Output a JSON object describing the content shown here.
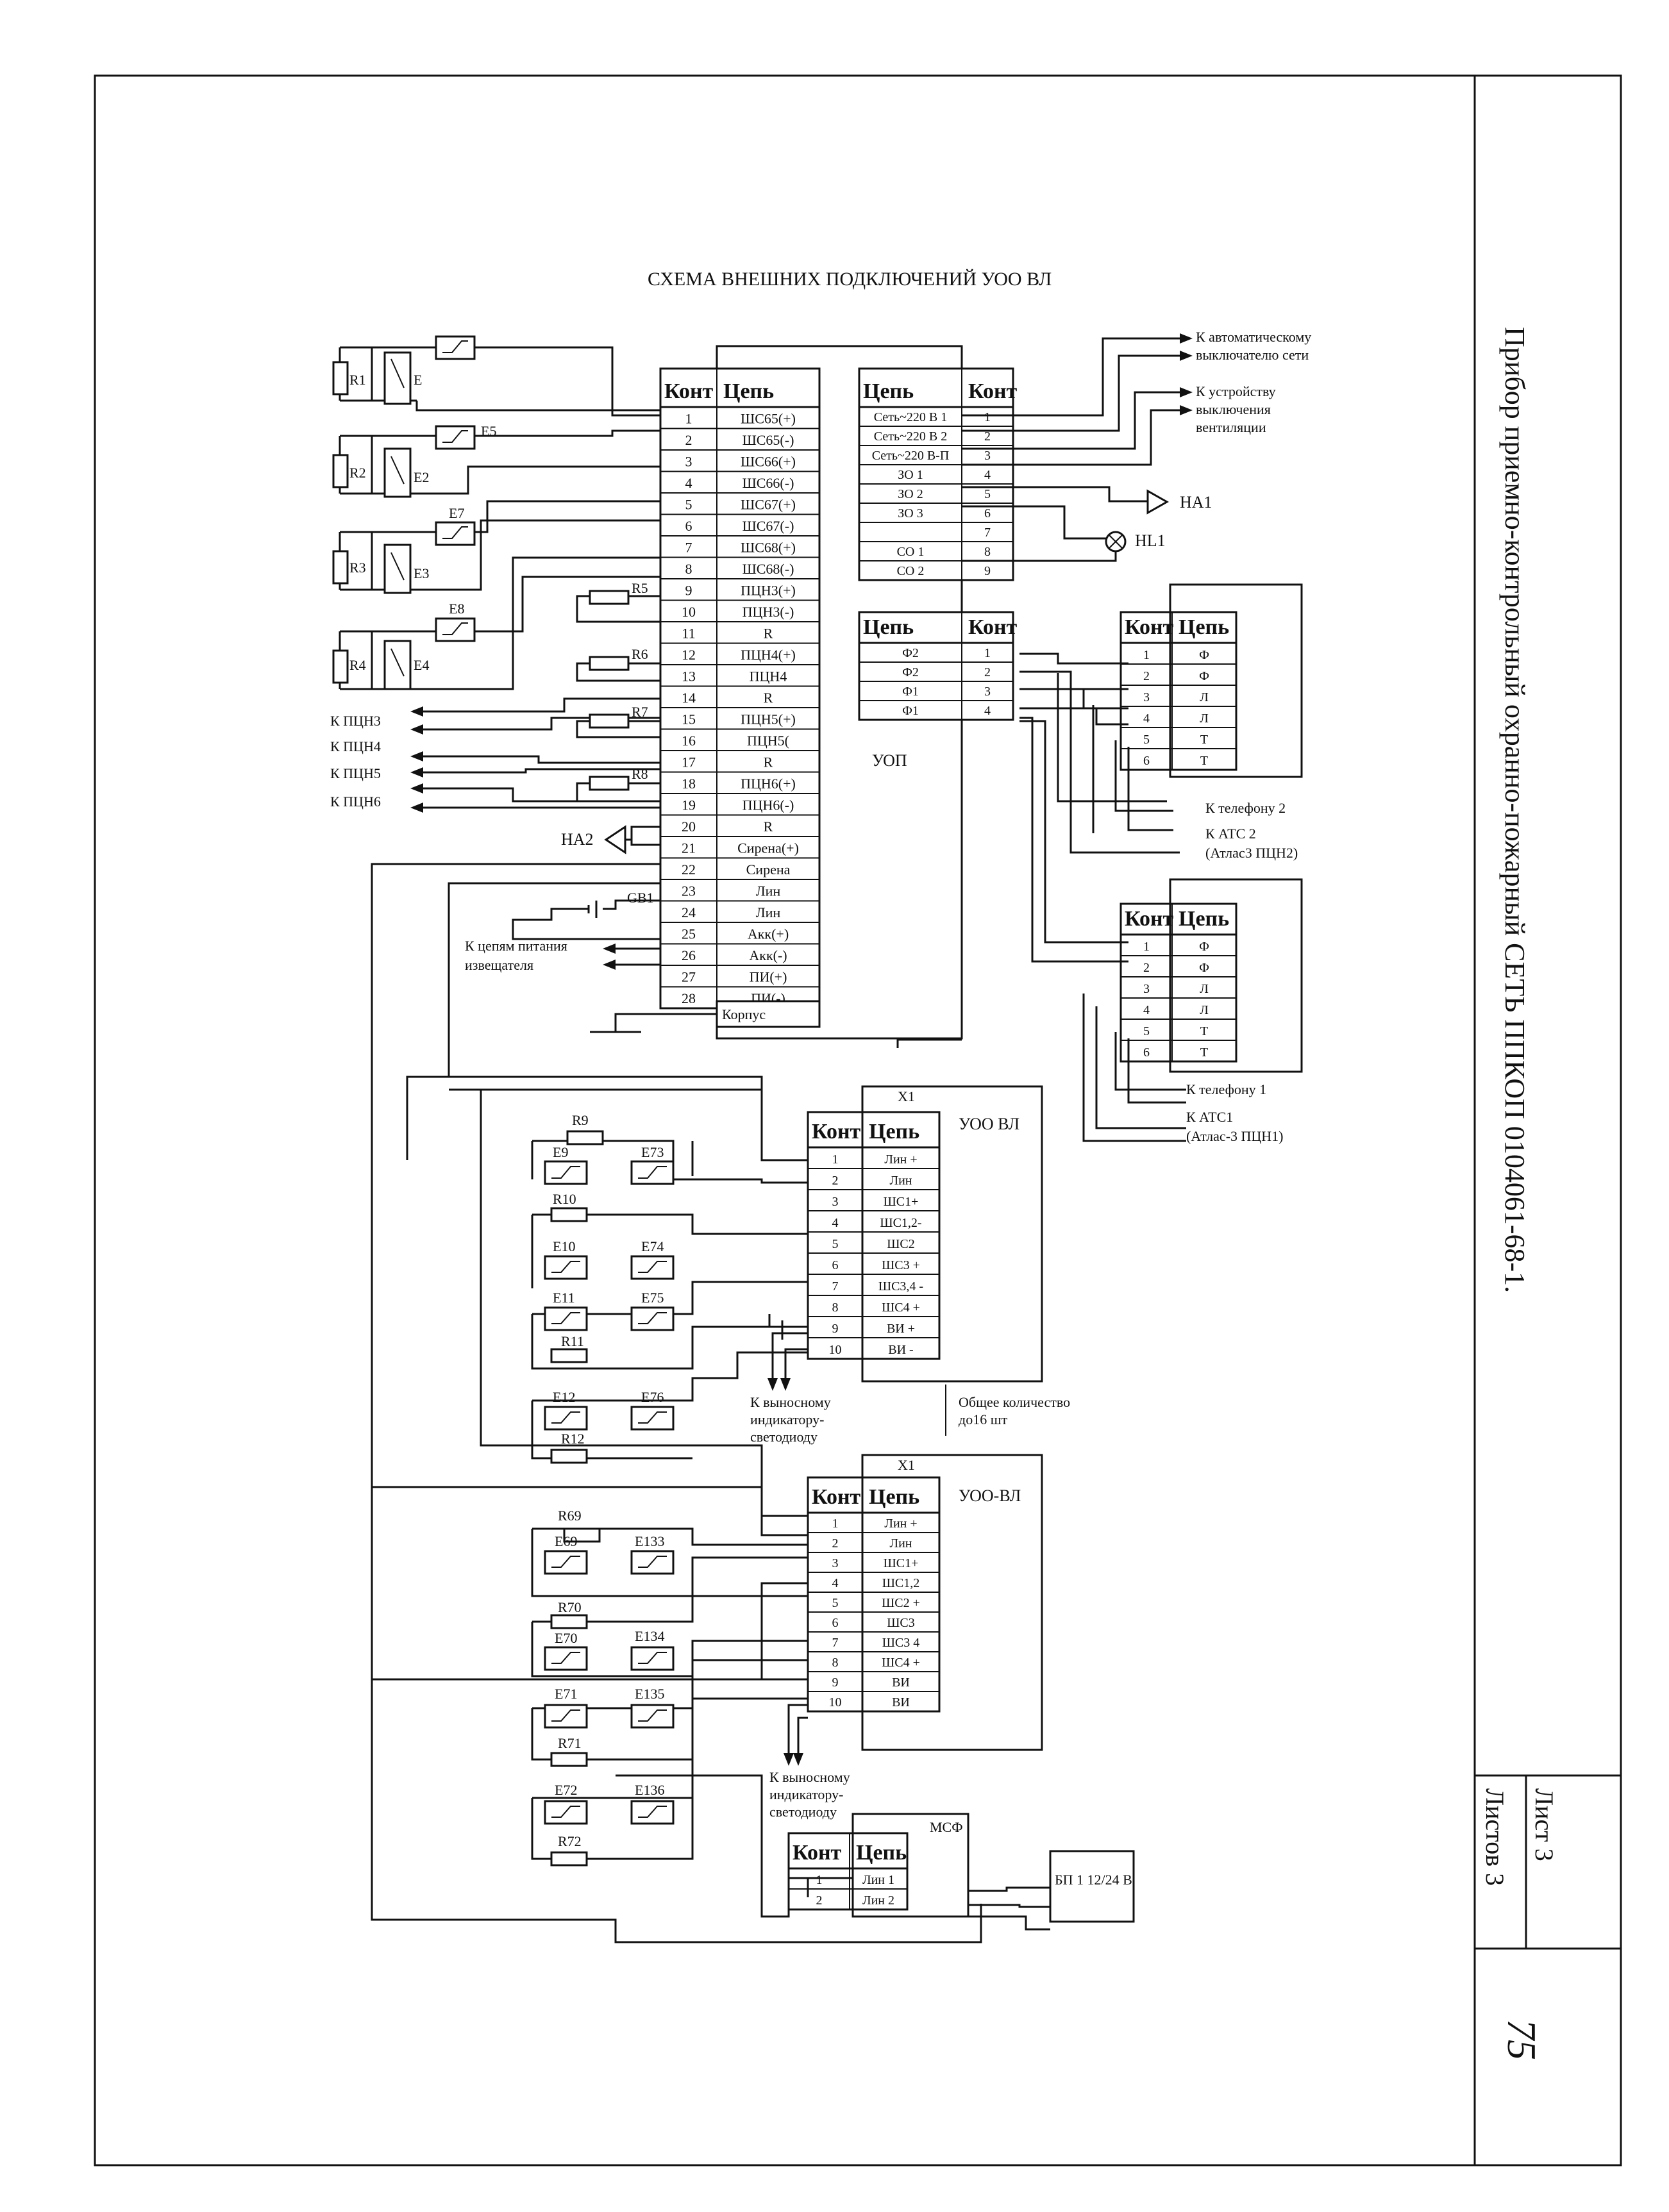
{
  "title": "СХЕМА ВНЕШНИХ ПОДКЛЮЧЕНИЙ УОО ВЛ",
  "side_title": "Прибор приемно-контрольный охранно-пожарный СЕТЬ ППКОП 0104061-68-1.",
  "sheet": {
    "list_label": "Лист 3",
    "listov_label": "Листов 3",
    "page_number": "75"
  },
  "main_table": {
    "header": [
      "Конт",
      "Цепь"
    ],
    "rows": [
      [
        "1",
        "ШС65(+)"
      ],
      [
        "2",
        "ШС65(-)"
      ],
      [
        "3",
        "ШС66(+)"
      ],
      [
        "4",
        "ШС66(-)"
      ],
      [
        "5",
        "ШС67(+)"
      ],
      [
        "6",
        "ШС67(-)"
      ],
      [
        "7",
        "ШС68(+)"
      ],
      [
        "8",
        "ШС68(-)"
      ],
      [
        "9",
        "ПЦН3(+)"
      ],
      [
        "10",
        "ПЦН3(-)"
      ],
      [
        "11",
        "R"
      ],
      [
        "12",
        "ПЦН4(+)"
      ],
      [
        "13",
        "ПЦН4"
      ],
      [
        "14",
        "R"
      ],
      [
        "15",
        "ПЦН5(+)"
      ],
      [
        "16",
        "ПЦН5("
      ],
      [
        "17",
        "R"
      ],
      [
        "18",
        "ПЦН6(+)"
      ],
      [
        "19",
        "ПЦН6(-)"
      ],
      [
        "20",
        "R"
      ],
      [
        "21",
        "Сирена(+)"
      ],
      [
        "22",
        "Сирена"
      ],
      [
        "23",
        "Лин"
      ],
      [
        "24",
        "Лин"
      ],
      [
        "25",
        "Акк(+)"
      ],
      [
        "26",
        "Акк(-)"
      ],
      [
        "27",
        "ПИ(+)"
      ],
      [
        "28",
        "ПИ(-)"
      ]
    ],
    "korpus": "Корпус",
    "label": "УОП"
  },
  "power_table": {
    "header": [
      "Цепь",
      "Конт"
    ],
    "rows": [
      [
        "Сеть~220 В 1",
        "1"
      ],
      [
        "Сеть~220 В 2",
        "2"
      ],
      [
        "Сеть~220 В-П",
        "3"
      ],
      [
        "ЗО 1",
        "4"
      ],
      [
        "ЗО 2",
        "5"
      ],
      [
        "ЗО 3",
        "6"
      ],
      [
        "",
        "7"
      ],
      [
        "СО 1",
        "8"
      ],
      [
        "СО 2",
        "9"
      ]
    ]
  },
  "phone_table": {
    "header": [
      "Цепь",
      "Конт"
    ],
    "rows": [
      [
        "Ф2",
        "1"
      ],
      [
        "Ф2",
        "2"
      ],
      [
        "Ф1",
        "3"
      ],
      [
        "Ф1",
        "4"
      ]
    ]
  },
  "tel_box_1": {
    "header": [
      "Конт",
      "Цепь"
    ],
    "rows": [
      [
        "1",
        "Ф"
      ],
      [
        "2",
        "Ф"
      ],
      [
        "3",
        "Л"
      ],
      [
        "4",
        "Л"
      ],
      [
        "5",
        "Т"
      ],
      [
        "6",
        "Т"
      ]
    ]
  },
  "tel_box_2": {
    "header": [
      "Конт",
      "Цепь"
    ],
    "rows": [
      [
        "1",
        "Ф"
      ],
      [
        "2",
        "Ф"
      ],
      [
        "3",
        "Л"
      ],
      [
        "4",
        "Л"
      ],
      [
        "5",
        "Т"
      ],
      [
        "6",
        "Т"
      ]
    ]
  },
  "uoo_table_1": {
    "x_label": "X1",
    "device": "УОО ВЛ",
    "header": [
      "Конт",
      "Цепь"
    ],
    "rows": [
      [
        "1",
        "Лин +"
      ],
      [
        "2",
        "Лин"
      ],
      [
        "3",
        "ШС1+"
      ],
      [
        "4",
        "ШС1,2-"
      ],
      [
        "5",
        "ШС2"
      ],
      [
        "6",
        "ШС3 +"
      ],
      [
        "7",
        "ШС3,4 -"
      ],
      [
        "8",
        "ШС4 +"
      ],
      [
        "9",
        "ВИ +"
      ],
      [
        "10",
        "ВИ -"
      ]
    ]
  },
  "uoo_table_2": {
    "x_label": "X1",
    "device": "УОО-ВЛ",
    "header": [
      "Конт",
      "Цепь"
    ],
    "rows": [
      [
        "1",
        "Лин +"
      ],
      [
        "2",
        "Лин"
      ],
      [
        "3",
        "ШС1+"
      ],
      [
        "4",
        "ШС1,2"
      ],
      [
        "5",
        "ШС2 +"
      ],
      [
        "6",
        "ШС3"
      ],
      [
        "7",
        "ШС3 4"
      ],
      [
        "8",
        "ШС4 +"
      ],
      [
        "9",
        "ВИ"
      ],
      [
        "10",
        "ВИ"
      ]
    ]
  },
  "msf_table": {
    "device": "МСФ",
    "header": [
      "Конт",
      "Цепь"
    ],
    "rows": [
      [
        "1",
        "Лин 1"
      ],
      [
        "2",
        "Лин 2"
      ]
    ]
  },
  "psu_box": "БП 1 12/24 В",
  "labels": {
    "to_auto_switch_1": "К автоматическому",
    "to_auto_switch_2": "выключателю сети",
    "to_vent_1": "К устройству",
    "to_vent_2": "выключения",
    "to_vent_3": "вентиляции",
    "ha1": "НА1",
    "hl1": "HL1",
    "ha2": "НА2",
    "gb1": "GB1",
    "pcn3": "К ПЦН3",
    "pcn4": "К ПЦН4",
    "pcn5": "К ПЦН5",
    "pcn6": "К ПЦН6",
    "pwr_1": "К цепям питания",
    "pwr_2": "извещателя",
    "tel2": "К телефону 2",
    "atc2_1": "К АТС 2",
    "atc2_2": "(Атлас3 ПЦН2)",
    "tel1": "К телефону 1",
    "atc1_1": "К АТС1",
    "atc1_2": "(Атлас-3 ПЦН1)",
    "ind1_1": "К выносному",
    "ind1_2": "индикатору-",
    "ind1_3": "светодиоду",
    "ind2_1": "К выносному",
    "ind2_2": "индикатору-",
    "ind2_3": "светодиоду",
    "total_1": "Общее количество",
    "total_2": "до16 шт"
  },
  "components": {
    "R1": "R1",
    "R2": "R2",
    "R3": "R3",
    "R4": "R4",
    "R5": "R5",
    "R6": "R6",
    "R7": "R7",
    "R8": "R8",
    "E": "E",
    "E5": "E5",
    "E2": "E2",
    "E7": "E7",
    "E3": "E3",
    "E8": "E8",
    "E4": "E4",
    "R9": "R9",
    "E9": "E9",
    "E73": "E73",
    "R10": "R10",
    "E10": "E10",
    "E74": "E74",
    "E11": "E11",
    "E75": "E75",
    "R11": "R11",
    "E12": "E12",
    "E76": "E76",
    "R12": "R12",
    "R69": "R69",
    "E69": "E69",
    "E133": "E133",
    "R70": "R70",
    "E70": "E70",
    "E134": "E134",
    "E71": "E71",
    "E135": "E135",
    "R71": "R71",
    "E72": "E72",
    "E136": "E136",
    "R72": "R72"
  }
}
